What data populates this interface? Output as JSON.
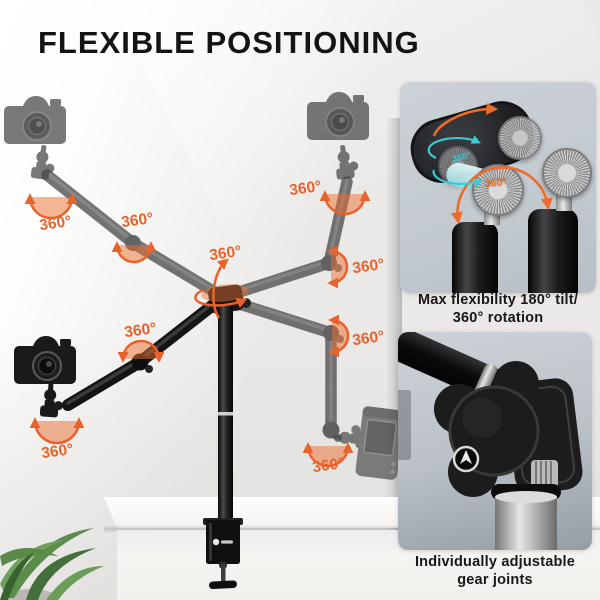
{
  "title": "FLEXIBLE POSITIONING",
  "diagram": {
    "rotation_labels": [
      "360°",
      "360°",
      "360°",
      "360°",
      "360°",
      "360°",
      "360°",
      "360°",
      "360°"
    ]
  },
  "flexibility_inset": {
    "gear_rotation_label": "360°",
    "tilt_rotation_label": "360°",
    "caption": [
      "Max flexibility 180° tilt/",
      "360° rotation"
    ]
  },
  "gear_inset": {
    "caption": [
      "Individually adjustable",
      "gear joints"
    ]
  },
  "colors": {
    "accent_orange": "#E8632B",
    "cyan": "#38C7D1",
    "title_text": "#141414",
    "caption_text": "#181818",
    "wall_background": "#EAE9E7",
    "inset_background": "#C6CDD2"
  }
}
